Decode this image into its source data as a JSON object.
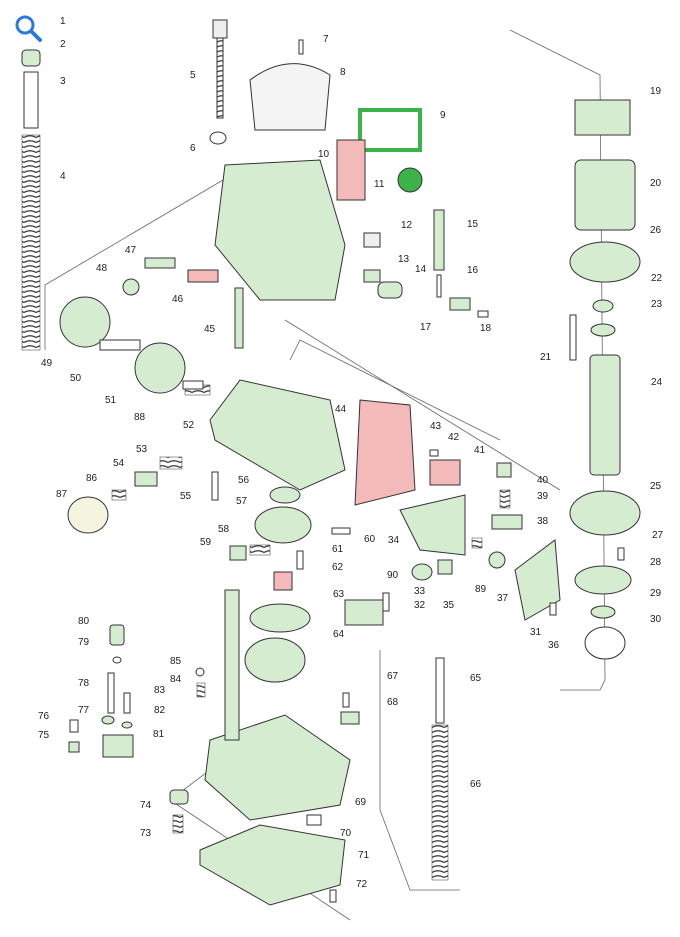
{
  "diagram": {
    "labels": [
      "1",
      "2",
      "3",
      "4",
      "5",
      "6",
      "7",
      "8",
      "9",
      "10",
      "11",
      "12",
      "13",
      "14",
      "15",
      "16",
      "17",
      "18",
      "19",
      "20",
      "21",
      "22",
      "23",
      "24",
      "25",
      "26",
      "27",
      "28",
      "29",
      "30",
      "31",
      "32",
      "33",
      "34",
      "35",
      "36",
      "37",
      "38",
      "39",
      "40",
      "41",
      "42",
      "43",
      "44",
      "45",
      "46",
      "47",
      "48",
      "49",
      "50",
      "51",
      "52",
      "53",
      "54",
      "55",
      "56",
      "57",
      "58",
      "59",
      "60",
      "61",
      "62",
      "63",
      "64",
      "65",
      "66",
      "67",
      "68",
      "69",
      "70",
      "71",
      "72",
      "73",
      "74",
      "75",
      "76",
      "77",
      "78",
      "79",
      "80",
      "81",
      "82",
      "83",
      "84",
      "85",
      "86",
      "87",
      "88",
      "89",
      "90"
    ]
  },
  "toolbar": {
    "zoom_icon": "zoom-in-icon"
  },
  "colors": {
    "part_fill": "#d6ecd0",
    "highlight_green": "#3cb34a",
    "highlight_red": "#f4b9b9",
    "line": "#333333"
  }
}
